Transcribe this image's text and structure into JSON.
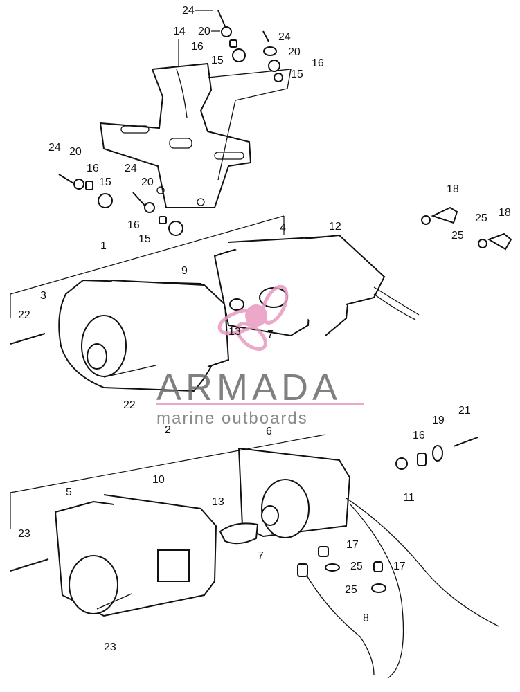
{
  "watermark": {
    "brand": "ARMADA",
    "tagline": "marine outboards",
    "accent_color": "#e89ac0",
    "text_color": "#6a6a6a"
  },
  "callouts": {
    "c1": "1",
    "c2": "2",
    "c3": "3",
    "c4": "4",
    "c5": "5",
    "c6": "6",
    "c7a": "7",
    "c7b": "7",
    "c8": "8",
    "c9": "9",
    "c10": "10",
    "c11": "11",
    "c12": "12",
    "c13a": "13",
    "c13b": "13",
    "c14": "14",
    "c15a": "15",
    "c15b": "15",
    "c15c": "15",
    "c15d": "15",
    "c16a": "16",
    "c16b": "16",
    "c16c": "16",
    "c16d": "16",
    "c16e": "16",
    "c17a": "17",
    "c17b": "17",
    "c18a": "18",
    "c18b": "18",
    "c19": "19",
    "c20a": "20",
    "c20b": "20",
    "c20c": "20",
    "c20d": "20",
    "c21": "21",
    "c22a": "22",
    "c22b": "22",
    "c23a": "23",
    "c23b": "23",
    "c24a": "24",
    "c24b": "24",
    "c24c": "24",
    "c24d": "24",
    "c25a": "25",
    "c25b": "25",
    "c25c": "25",
    "c25d": "25"
  }
}
